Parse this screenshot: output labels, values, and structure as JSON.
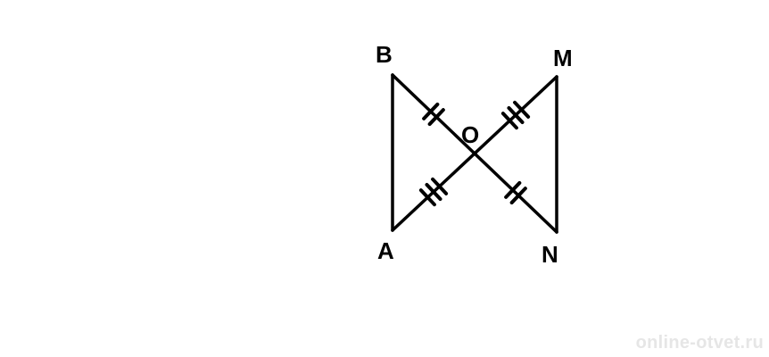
{
  "points": {
    "B": "B",
    "M": "M",
    "O": "O",
    "A": "A",
    "N": "N"
  },
  "tick_marks": {
    "BO": 2,
    "OM": 3,
    "AO": 3,
    "ON": 2
  },
  "watermark": "online-otvet.ru"
}
